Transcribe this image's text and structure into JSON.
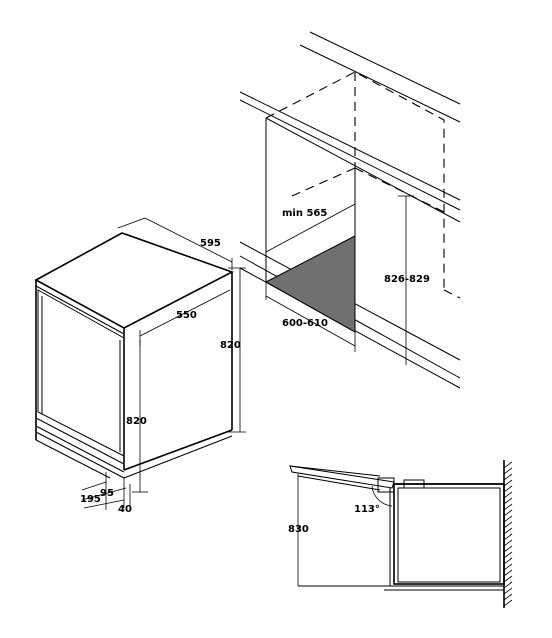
{
  "colors": {
    "line": "#000000",
    "shaded_floor": "#707070",
    "background": "#ffffff"
  },
  "appliance": {
    "width_label": "595",
    "depth_label": "550",
    "height_right_label": "820",
    "height_front_label": "820",
    "plinth_95_label": "95",
    "plinth_195_label": "195",
    "plinth_40_label": "40"
  },
  "niche": {
    "min_width_label": "min 565",
    "depth_label": "600-610",
    "height_label": "826-829"
  },
  "side_view": {
    "height_label": "830",
    "door_angle_label": "113°"
  }
}
